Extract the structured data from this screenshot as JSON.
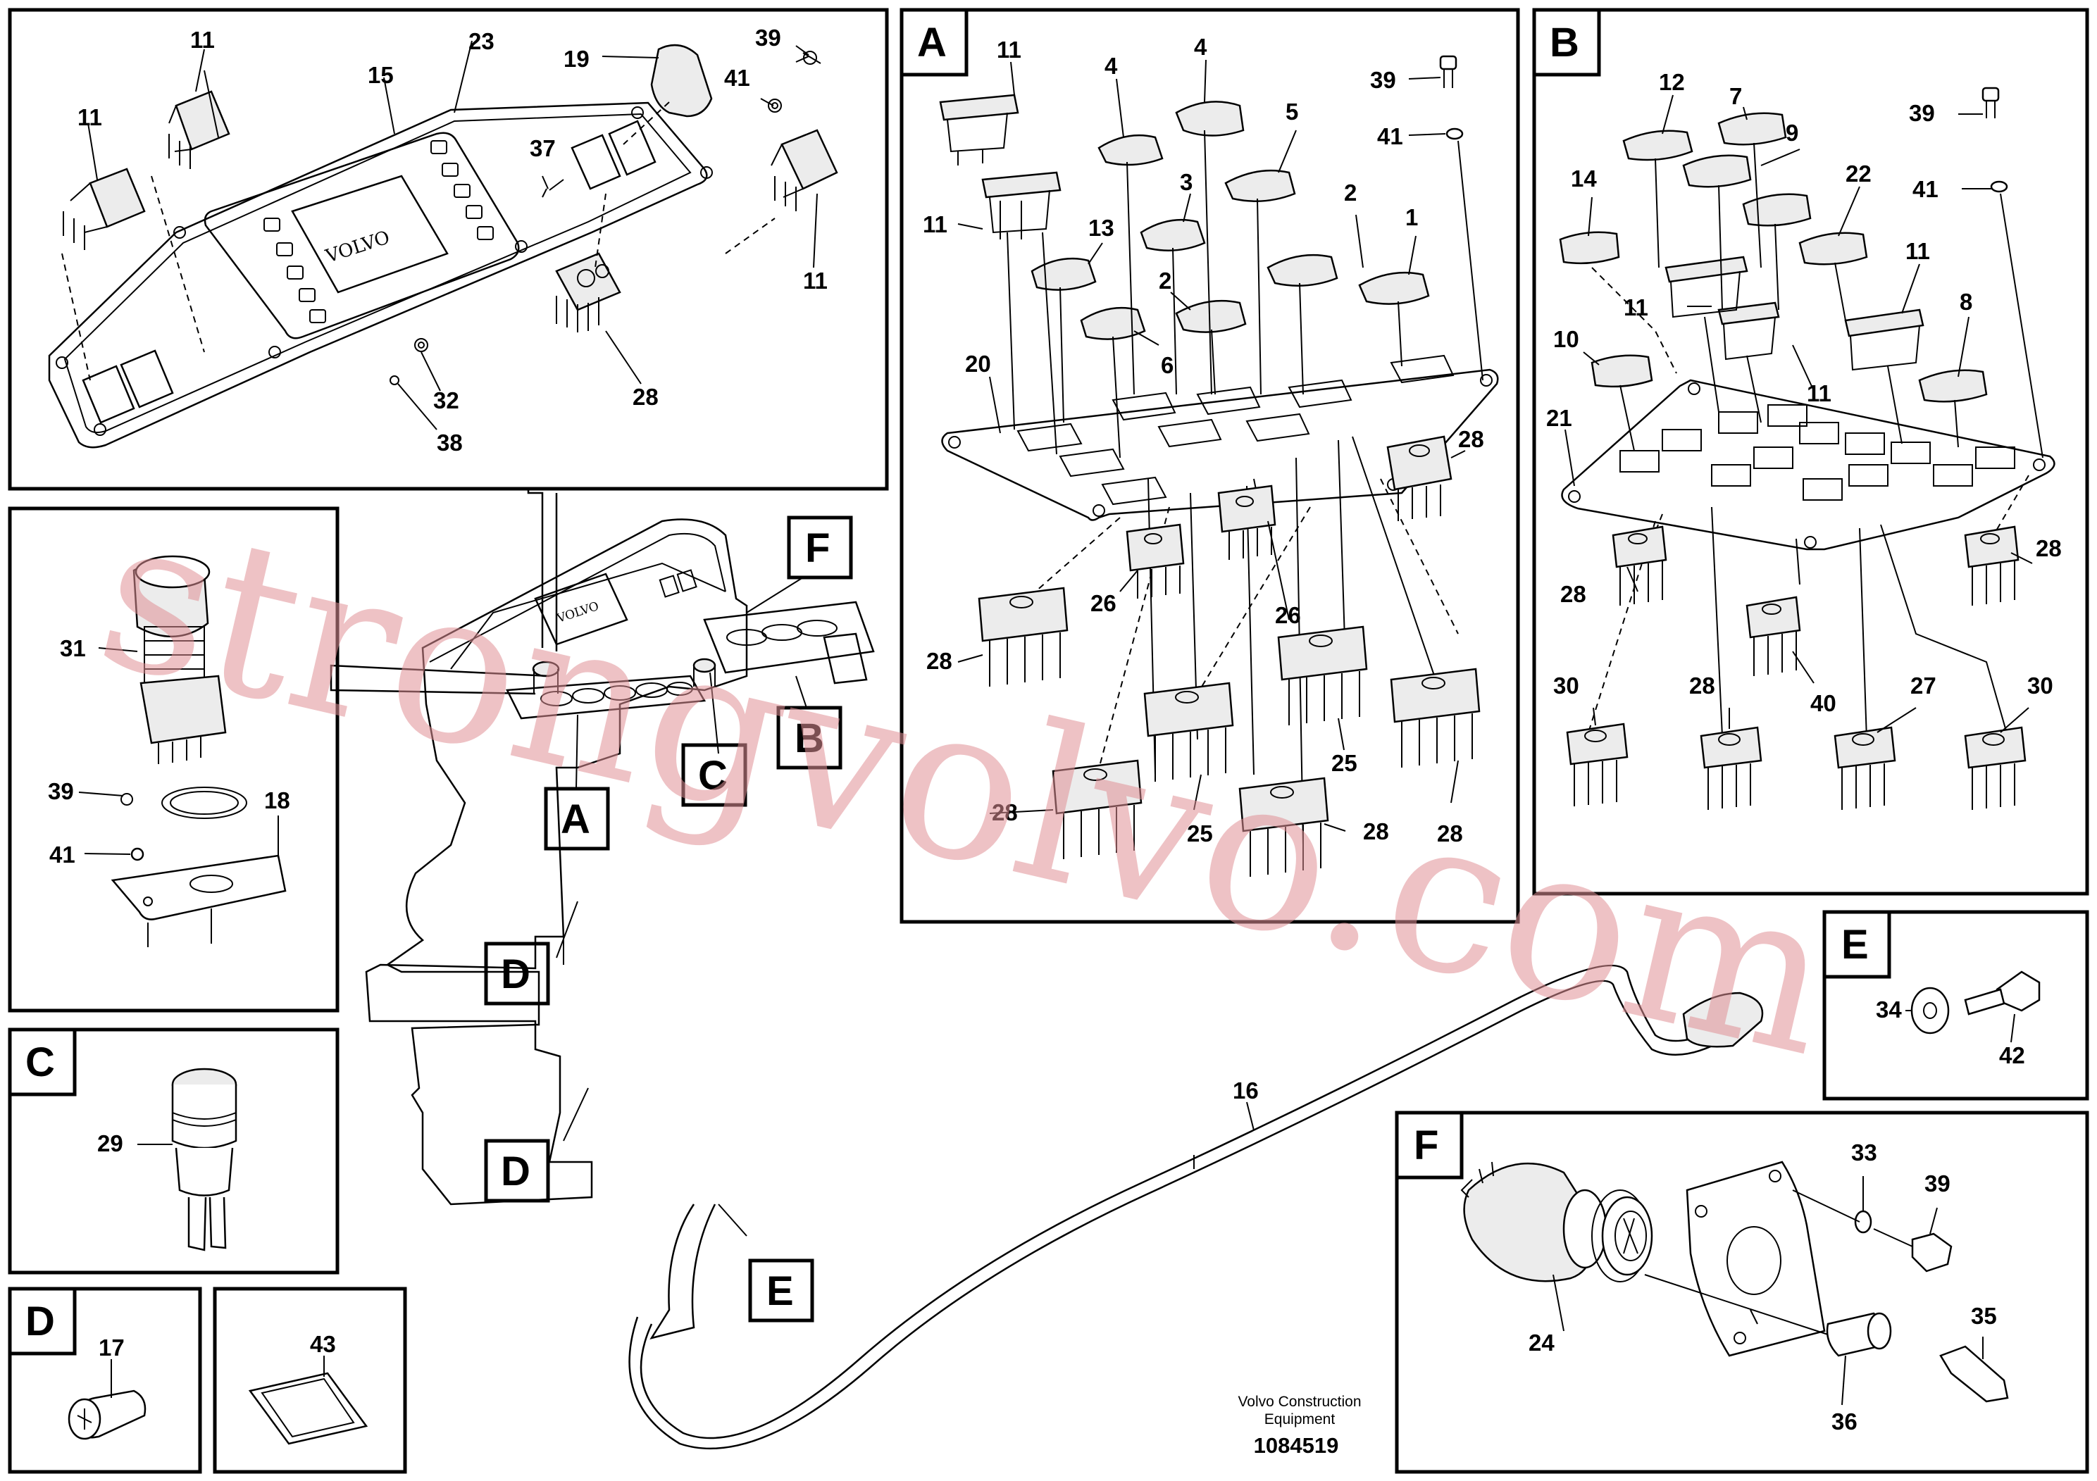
{
  "diagram": {
    "brand_mark": "VOLVO",
    "footer": {
      "company_line1": "Volvo Construction",
      "company_line2": "Equipment",
      "drawing_number": "1084519"
    },
    "watermark": "strongvolvo.com",
    "panel_letters": [
      "A",
      "B",
      "C",
      "D",
      "E",
      "F"
    ],
    "callouts_main": [
      "11",
      "11",
      "23",
      "15",
      "19",
      "39",
      "41",
      "37",
      "11",
      "32",
      "38",
      "28"
    ],
    "callouts_left": [
      "31",
      "39",
      "18",
      "41"
    ],
    "callouts_c": [
      "29"
    ],
    "callouts_d": [
      "17"
    ],
    "callouts_d2": [
      "43"
    ],
    "callouts_a": [
      "11",
      "4",
      "4",
      "39",
      "5",
      "41",
      "11",
      "3",
      "13",
      "2",
      "1",
      "2",
      "6",
      "20",
      "28",
      "26",
      "26",
      "28",
      "25",
      "28",
      "25",
      "28",
      "28"
    ],
    "callouts_b": [
      "12",
      "7",
      "39",
      "9",
      "14",
      "22",
      "41",
      "11",
      "11",
      "8",
      "10",
      "11",
      "21",
      "28",
      "28",
      "30",
      "28",
      "40",
      "27",
      "30"
    ],
    "callouts_e": [
      "34",
      "42"
    ],
    "callouts_f": [
      "33",
      "39",
      "24",
      "35",
      "36"
    ],
    "callouts_center": [
      "16"
    ]
  }
}
